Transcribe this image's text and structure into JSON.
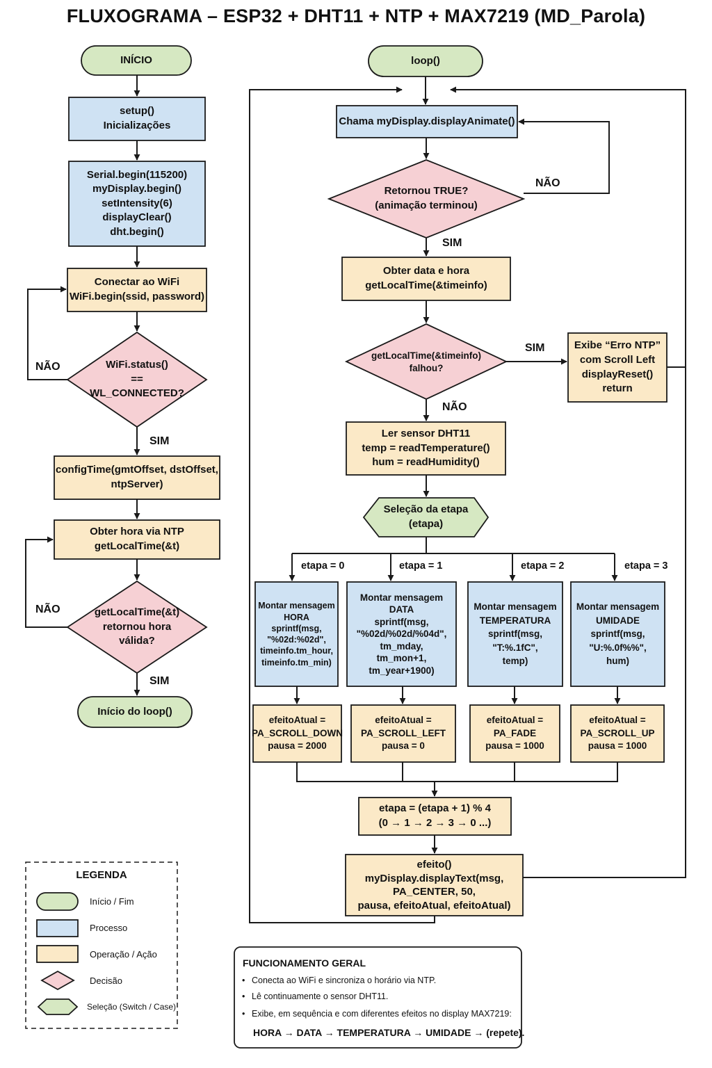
{
  "title": "FLUXOGRAMA – ESP32 + DHT11 + NTP + MAX7219 (MD_Parola)",
  "colors": {
    "terminal": "#d6e8c2",
    "process": "#cfe2f3",
    "operation": "#fbe9c7",
    "decision": "#f6d0d4",
    "selection": "#d6e8c2",
    "stroke": "#1a1a1a"
  },
  "left": {
    "start": "INÍCIO",
    "setup": [
      "setup()",
      "Inicializações"
    ],
    "init": [
      "Serial.begin(115200)",
      "myDisplay.begin()",
      "setIntensity(6)",
      "displayClear()",
      "dht.begin()"
    ],
    "wifi": [
      "Conectar ao WiFi",
      "WiFi.begin(ssid, password)"
    ],
    "wifi_check": [
      "WiFi.status()",
      "==",
      "WL_CONNECTED?"
    ],
    "wifi_no": "NÃO",
    "wifi_yes": "SIM",
    "config_time": [
      "configTime(gmtOffset, dstOffset,",
      "ntpServer)"
    ],
    "get_ntp": [
      "Obter hora via NTP",
      "getLocalTime(&t)"
    ],
    "time_check": [
      "getLocalTime(&t)",
      "retornou hora",
      "válida?"
    ],
    "time_no": "NÃO",
    "time_yes": "SIM",
    "loop_start": "Início do loop()"
  },
  "right": {
    "loop": "loop()",
    "animate": "Chama myDisplay.displayAnimate()",
    "anim_check": [
      "Retornou TRUE?",
      "(animação terminou)"
    ],
    "anim_no": "NÃO",
    "anim_yes": "SIM",
    "get_datetime": [
      "Obter data e hora",
      "getLocalTime(&timeinfo)"
    ],
    "ntp_check": [
      "getLocalTime(&timeinfo)",
      "falhou?"
    ],
    "ntp_yes": "SIM",
    "ntp_no": "NÃO",
    "ntp_error": [
      "Exibe “Erro NTP”",
      "com Scroll Left",
      "displayReset()",
      "return"
    ],
    "read_sensor": [
      "Ler sensor DHT11",
      "temp = readTemperature()",
      "hum = readHumidity()"
    ],
    "selection": [
      "Seleção da etapa",
      "(etapa)"
    ],
    "cases": [
      {
        "label": "etapa = 0",
        "message": [
          "Montar mensagem",
          "HORA",
          "sprintf(msg,",
          "\"%02d:%02d\",",
          "timeinfo.tm_hour,",
          "timeinfo.tm_min)"
        ],
        "effect": [
          "efeitoAtual =",
          "PA_SCROLL_DOWN",
          "pausa = 2000"
        ]
      },
      {
        "label": "etapa = 1",
        "message": [
          "Montar mensagem",
          "DATA",
          "sprintf(msg,",
          "\"%02d/%02d/%04d\",",
          "tm_mday,",
          "tm_mon+1,",
          "tm_year+1900)"
        ],
        "effect": [
          "efeitoAtual =",
          "PA_SCROLL_LEFT",
          "pausa = 0"
        ]
      },
      {
        "label": "etapa = 2",
        "message": [
          "Montar mensagem",
          "TEMPERATURA",
          "sprintf(msg,",
          "\"T:%.1fC\",",
          "temp)"
        ],
        "effect": [
          "efeitoAtual =",
          "PA_FADE",
          "pausa = 1000"
        ]
      },
      {
        "label": "etapa = 3",
        "message": [
          "Montar mensagem",
          "UMIDADE",
          "sprintf(msg,",
          "\"U:%.0f%%\",",
          "hum)"
        ],
        "effect": [
          "efeitoAtual =",
          "PA_SCROLL_UP",
          "pausa = 1000"
        ]
      }
    ],
    "next_step": [
      "etapa = (etapa + 1) % 4",
      "(0 → 1 → 2 → 3 → 0 ...)"
    ],
    "display": [
      "efeito()",
      "myDisplay.displayText(msg,",
      "PA_CENTER, 50,",
      "pausa, efeitoAtual, efeitoAtual)"
    ]
  },
  "legend": {
    "title": "LEGENDA",
    "items": [
      {
        "shape": "terminal",
        "label": "Início / Fim"
      },
      {
        "shape": "process",
        "label": "Processo"
      },
      {
        "shape": "operation",
        "label": "Operação / Ação"
      },
      {
        "shape": "decision",
        "label": "Decisão"
      },
      {
        "shape": "selection",
        "label": "Seleção (Switch / Case)"
      }
    ]
  },
  "general": {
    "title": "FUNCIONAMENTO GERAL",
    "items": [
      "Conecta ao WiFi e sincroniza o horário via NTP.",
      "Lê continuamente o sensor DHT11.",
      "Exibe, em sequência e com diferentes efeitos no display MAX7219:"
    ],
    "sequence": "HORA → DATA → TEMPERATURA → UMIDADE → (repete)."
  }
}
